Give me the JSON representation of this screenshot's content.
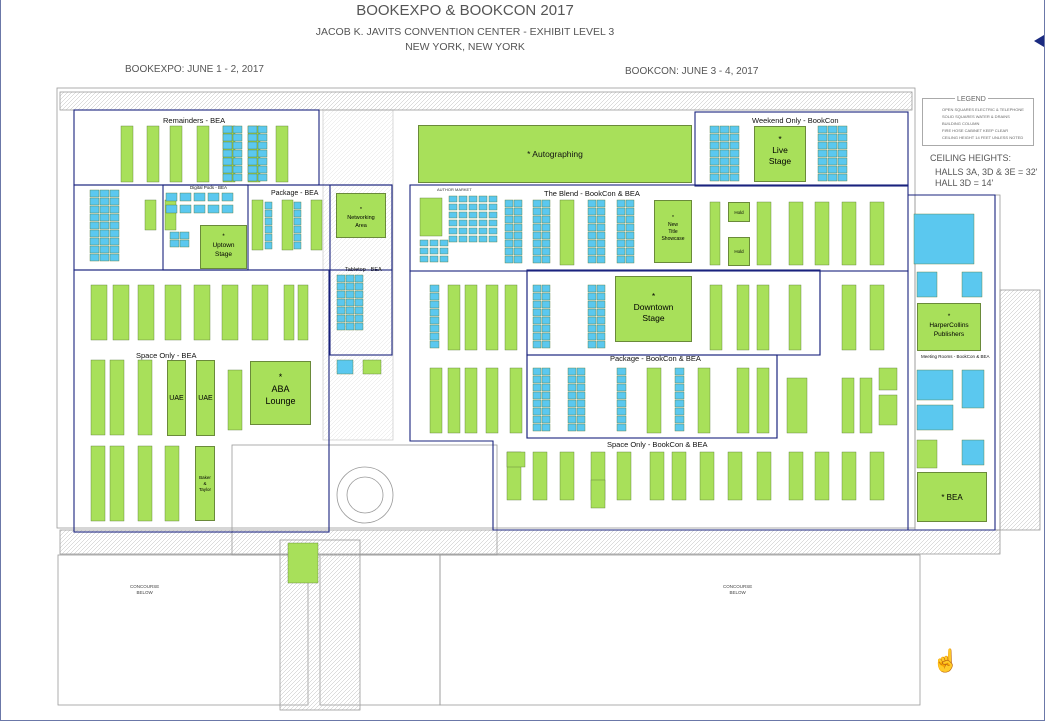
{
  "header": {
    "title": "BOOKEXPO & BOOKCON 2017",
    "venue": "JACOB K. JAVITS CONVENTION CENTER - EXHIBIT LEVEL 3",
    "city": "NEW YORK, NEW YORK",
    "bookexpo_dates": "BOOKEXPO: JUNE 1 - 2, 2017",
    "bookcon_dates": "BOOKCON: JUNE 3 - 4, 2017"
  },
  "legend": {
    "title": "LEGEND",
    "items": [
      "OPEN SQUARES ELECTRIC & TELEPHONE",
      "SOLID SQUARES WATER & DRAINS",
      "BUILDING COLUMN",
      "FIRE HOSE CABINET KEEP CLEAR",
      "CEILING HEIGHT 14 FEET UNLESS NOTED"
    ]
  },
  "ceiling": {
    "label": "CEILING HEIGHTS:",
    "line1": "HALLS 3A, 3D & 3E = 32'",
    "line2": "HALL 3D = 14'"
  },
  "zones": {
    "remainders": "Remainders - BEA",
    "weekend_only": "Weekend Only - BookCon",
    "digital_pods": "Digital Pods - BEA",
    "package_bea": "Package - BEA",
    "blend": "The Blend - BookCon & BEA",
    "tabletop": "Tabletop - BEA",
    "space_only_bea": "Space Only - BEA",
    "package_bookcon": "Package - BookCon & BEA",
    "space_only_bookcon": "Space Only - BookCon & BEA",
    "meeting_rooms": "Meeting Rooms - BookCon & BEA",
    "author_market": "AUTHOR MARKET"
  },
  "features": {
    "autographing": "* Autographing",
    "live_stage": [
      "*",
      "Live",
      "Stage"
    ],
    "networking": [
      "*",
      "Networking",
      "Area"
    ],
    "uptown": [
      "*",
      "Uptown",
      "Stage"
    ],
    "downtown": [
      "*",
      "Downtown",
      "Stage"
    ],
    "aba": [
      "*",
      "ABA",
      "Lounge"
    ],
    "harper": [
      "*",
      "HarperCollins",
      "Publishers"
    ],
    "bea": "* BEA",
    "new_title": [
      "*",
      "New",
      "Title",
      "Showcase"
    ],
    "uae1": "UAE",
    "uae2": "UAE",
    "hold1": "Hold",
    "hold2": "Hold",
    "concourse1": [
      "CONCOURSE",
      "BELOW"
    ],
    "concourse2": [
      "CONCOURSE",
      "BELOW"
    ],
    "baker": [
      "Baker",
      "&",
      "Taylor"
    ]
  },
  "colors": {
    "booth_green": "#a8e05a",
    "booth_blue": "#5bc8ef",
    "zone_border": "#1a237e",
    "floor_line": "#999999"
  },
  "icons": {
    "collapse": "left-triangle-icon",
    "cursor": "hand-pointer-icon"
  }
}
